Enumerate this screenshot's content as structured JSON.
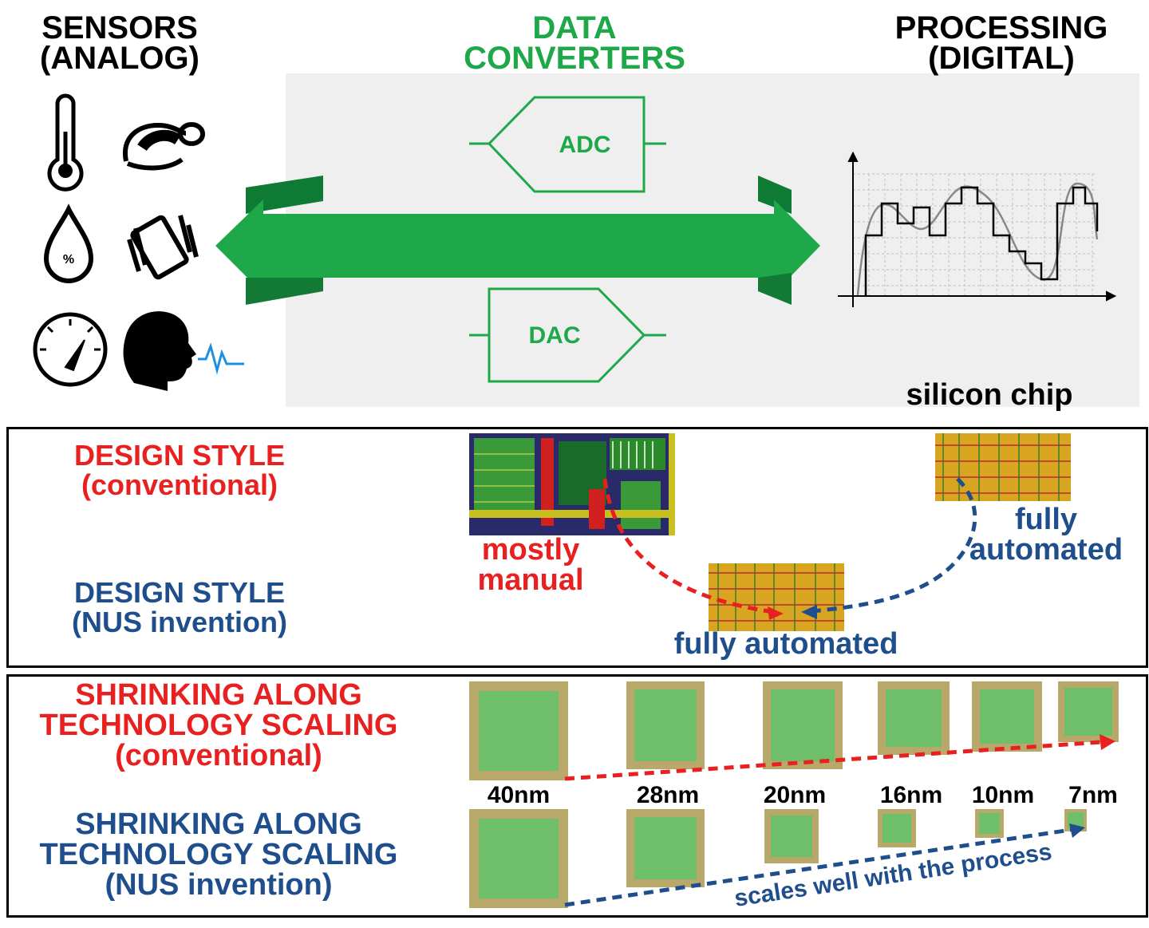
{
  "top": {
    "sensors_title": [
      "SENSORS",
      "(ANALOG)"
    ],
    "converters_title": [
      "DATA",
      "CONVERTERS"
    ],
    "processing_title": [
      "PROCESSING",
      "(DIGITAL)"
    ],
    "adc_label": "ADC",
    "dac_label": "DAC",
    "silicon_chip_label": "silicon chip",
    "humidity_symbol": "%",
    "sensor_icons": [
      "thermometer-icon",
      "hand-grip-icon",
      "humidity-drop-icon",
      "vibration-phone-icon",
      "gauge-icon",
      "head-voice-icon"
    ]
  },
  "design_panel": {
    "conventional_label": [
      "DESIGN STYLE",
      "(conventional)"
    ],
    "nus_label": [
      "DESIGN STYLE",
      "(NUS invention)"
    ],
    "mostly_manual": [
      "mostly",
      "manual"
    ],
    "fully_automated_right": [
      "fully",
      "automated"
    ],
    "fully_automated_bottom": "fully automated"
  },
  "scaling_panel": {
    "conventional_label": [
      "SHRINKING ALONG",
      "TECHNOLOGY SCALING",
      "(conventional)"
    ],
    "nus_label": [
      "SHRINKING ALONG",
      "TECHNOLOGY SCALING",
      "(NUS invention)"
    ],
    "nodes": [
      "40nm",
      "28nm",
      "20nm",
      "16nm",
      "10nm",
      "7nm"
    ],
    "scales_well": "scales well with the process"
  },
  "colors": {
    "green": "#1ea84a",
    "red": "#e8201f",
    "blue": "#1f4e8c",
    "panel_gray": "#efefef"
  }
}
